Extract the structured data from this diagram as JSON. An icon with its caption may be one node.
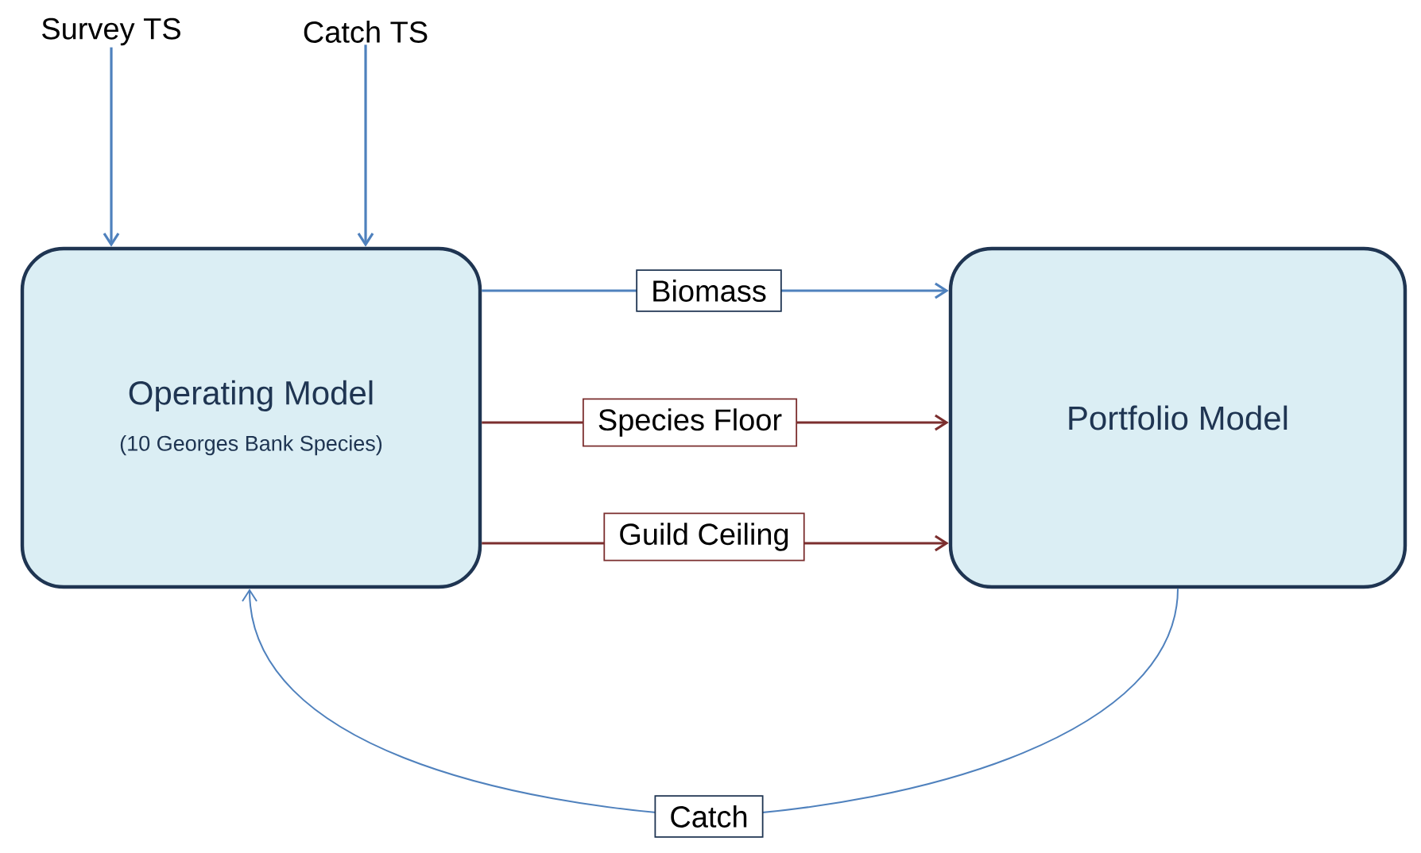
{
  "diagram": {
    "nodes": [
      {
        "text": [
          "Survey TS"
        ]
      },
      {
        "text": [
          "Catch TS"
        ]
      },
      {
        "text": [
          "Operating Model",
          "(10 Georges Bank Species)"
        ]
      },
      {
        "text": [
          "Portfolio Model"
        ]
      }
    ],
    "edges": [
      {
        "from": 0,
        "to": 2,
        "arrow": "to"
      },
      {
        "from": 1,
        "to": 2,
        "arrow": "to"
      },
      {
        "from": 2,
        "to": 3,
        "arrow": "to",
        "label": "Biomass"
      },
      {
        "from": 2,
        "to": 3,
        "arrow": "to",
        "label": "Species Floor",
        "color": "#7b2e2e"
      },
      {
        "from": 2,
        "to": 3,
        "arrow": "to",
        "label": "Guild Ceiling",
        "color": "#7b2e2e"
      },
      {
        "from": 3,
        "to": 2,
        "arrow": "to",
        "label": "Catch"
      }
    ]
  }
}
